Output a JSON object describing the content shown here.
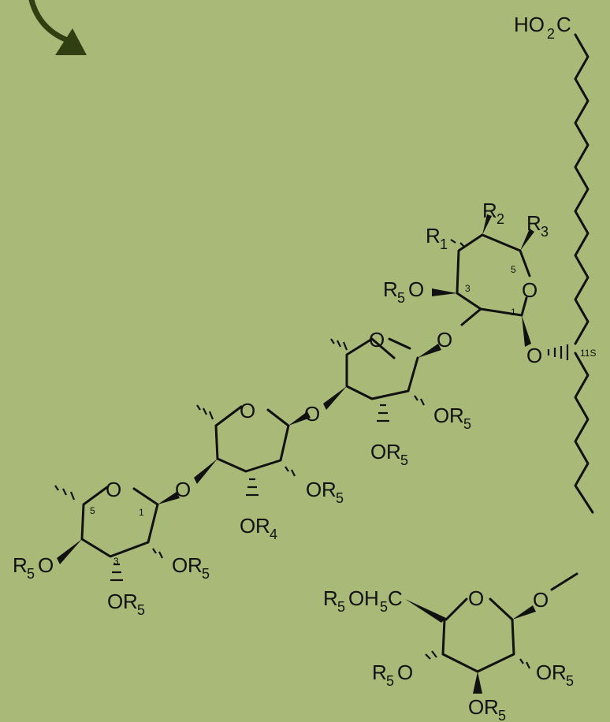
{
  "accent_color": "#2f3f12",
  "background_color": "#a9b978",
  "labels": {
    "acid": {
      "main": "HO",
      "sub": "2",
      "tail": "C"
    },
    "r1": {
      "main": "R",
      "sub": "1"
    },
    "r2": {
      "main": "R",
      "sub": "2"
    },
    "r3": {
      "main": "R",
      "sub": "3"
    },
    "r4": {
      "main": "R",
      "sub": "4"
    },
    "r5": {
      "main": "R",
      "sub": "5"
    },
    "o": "O",
    "c": "C",
    "h": "H",
    "stereo": "11S",
    "pos1": "1",
    "pos3": "3",
    "pos5": "5"
  }
}
